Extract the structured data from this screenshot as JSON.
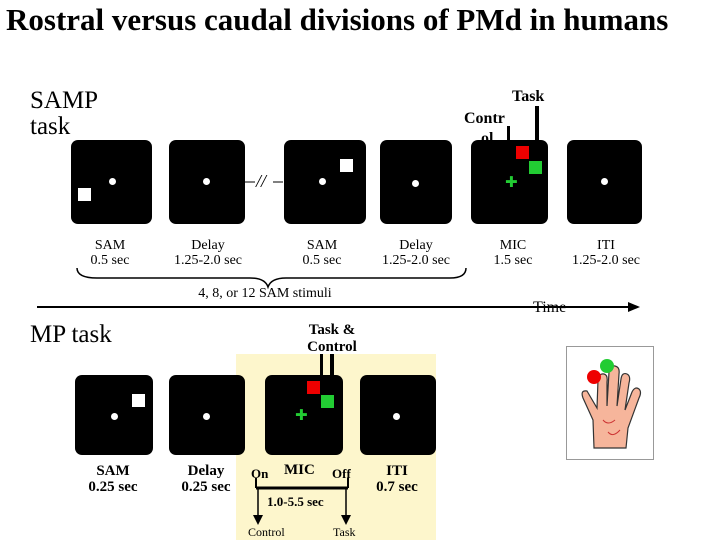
{
  "title": "Rostral versus caudal divisions of PMd in humans",
  "samp": {
    "title_line1": "SAMP",
    "title_line2": "task",
    "task_control_line1": "Task",
    "task_control_line2": "Contr",
    "task_control_line3": "ol",
    "screens": [
      {
        "name": "SAM",
        "duration": "0.5 sec"
      },
      {
        "name": "Delay",
        "duration": "1.25-2.0 sec"
      },
      {
        "name": "SAM",
        "duration": "0.5 sec"
      },
      {
        "name": "Delay",
        "duration": "1.25-2.0 sec"
      },
      {
        "name": "MIC",
        "duration": "1.5 sec"
      },
      {
        "name": "ITI",
        "duration": "1.25-2.0 sec"
      }
    ],
    "break_mark": "//",
    "brace_label": "4, 8, or 12 SAM stimuli",
    "time_label": "Time"
  },
  "mp": {
    "title": "MP task",
    "task_control_line1": "Task &",
    "task_control_line2": "Control",
    "screens": [
      {
        "name": "SAM",
        "duration": "0.25 sec"
      },
      {
        "name": "Delay",
        "duration": "0.25 sec"
      },
      {
        "name": "MIC",
        "duration": ""
      },
      {
        "name": "ITI",
        "duration": "0.7 sec"
      }
    ],
    "on_label": "On",
    "off_label": "Off",
    "range_label": "1.0-5.5 sec",
    "control_label": "Control",
    "task_label": "Task"
  },
  "colors": {
    "highlight": "#fdf6cc",
    "red": "#ee0000",
    "green": "#22cc33",
    "screen": "#000000"
  },
  "icons": {
    "hand": "hand-illustration"
  }
}
